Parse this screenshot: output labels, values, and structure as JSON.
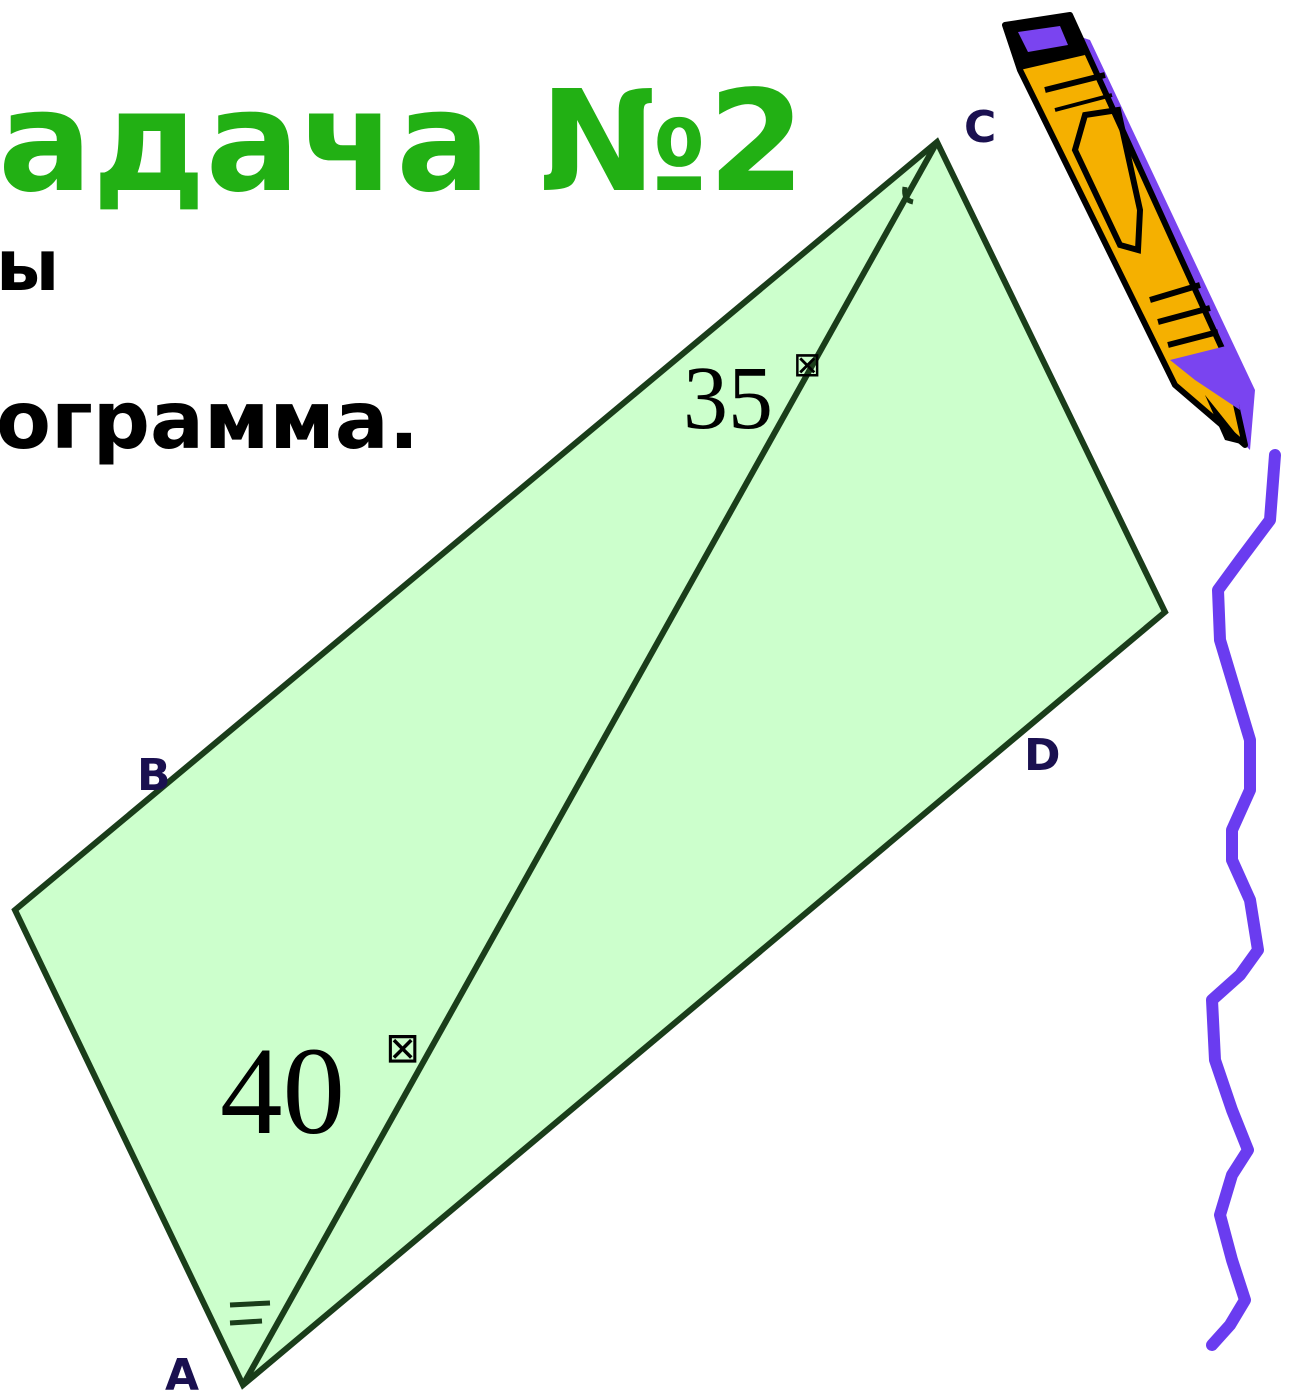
{
  "slide": {
    "title": "адача №2",
    "text_line_1": "ы",
    "text_line_2": "ограмма."
  },
  "figure": {
    "vertices": {
      "A": "A",
      "B": "B",
      "C": "C",
      "D": "D"
    },
    "angle_label_1": "35",
    "angle_label_2": "40",
    "degree_placeholder": "⊠"
  },
  "colors": {
    "title": "#22b014",
    "text": "#000000",
    "fill": "#ccffcc",
    "stroke": "#1a3d1a",
    "vertex_label": "#1a1050",
    "pencil_body": "#f5b000",
    "pencil_accent": "#7a44f0",
    "wavy_line": "#6a3cf0"
  },
  "icons": {
    "pencil": "pencil-icon",
    "wavy_line": "wavy-line-icon"
  }
}
